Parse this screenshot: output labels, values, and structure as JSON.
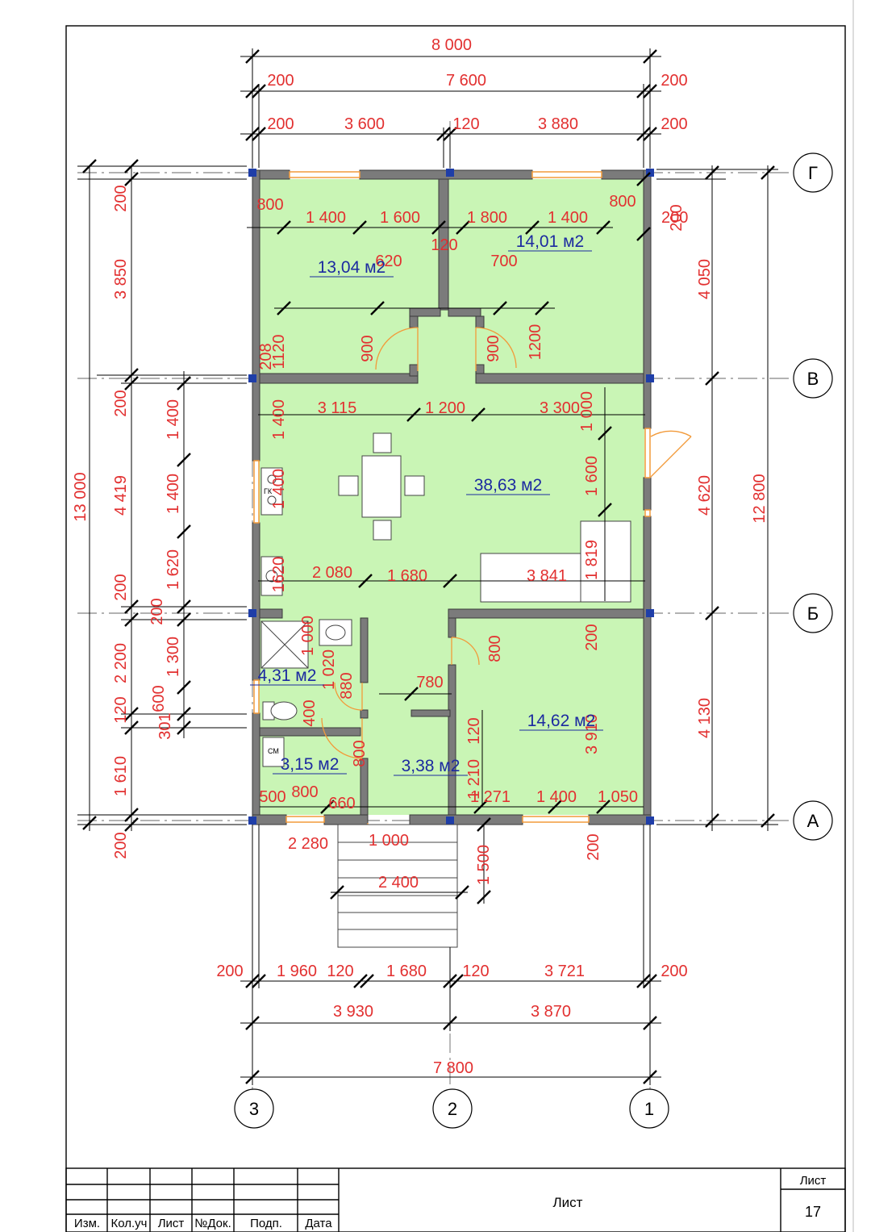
{
  "axes": {
    "letters": [
      "Г",
      "В",
      "Б",
      "А"
    ],
    "numbers": [
      "3",
      "2",
      "1"
    ]
  },
  "dimensions": {
    "top_total": "8 000",
    "top_row2": [
      "200",
      "7 600",
      "200"
    ],
    "top_row3": [
      "200",
      "3 600",
      "120",
      "3 880",
      "200"
    ],
    "bottom_row1": [
      "200",
      "1 960",
      "120",
      "1 680",
      "120",
      "3 721",
      "200"
    ],
    "bottom_row2": [
      "3 930",
      "3 870"
    ],
    "bottom_total": "7 800",
    "left_total": "13 000",
    "left_outer": [
      "200",
      "3 850",
      "200",
      "4 419",
      "200",
      "2 200",
      "120",
      "1 610",
      "200"
    ],
    "left_inner": [
      "1 400",
      "1 400",
      "1 620",
      "200",
      "1 300",
      "600",
      "301"
    ],
    "right_inner": [
      "200",
      "4 050",
      "4 620",
      "200",
      "4 130",
      "200"
    ],
    "right_total": "12 800",
    "interior": {
      "r1": [
        "800",
        "1 400",
        "1 600"
      ],
      "r2": [
        "1 800",
        "1 400",
        "800"
      ],
      "wall120": "120",
      "d620": "620",
      "d700": "700",
      "d900a": "900",
      "d900b": "900",
      "d1200": "1200",
      "d1120": "1120",
      "d208": "208",
      "h3115": "3 115",
      "h1200": "1 200",
      "h3300": "3 300",
      "v1000": "1 000",
      "v1400": "1 400",
      "v1600": "1 600",
      "v1819": "1 819",
      "v1620": "1620",
      "k1400": "1 400",
      "h2080": "2 080",
      "h1680": "1 680",
      "h3841": "3 841",
      "v800a": "800",
      "v200b": "200",
      "v1000b": "1 000",
      "h780": "780",
      "v1020": "1 020",
      "v880": "880",
      "v400": "400",
      "v800c": "800",
      "v120c": "120",
      "v3910": "3 910",
      "v1210": "1 210",
      "b500": "500",
      "b800": "800",
      "b660": "660",
      "b1271": "1 271",
      "b1400": "1 400",
      "b1050": "1 050",
      "e2280": "2 280",
      "e1000": "1 000",
      "e2400": "2 400",
      "e1500": "1 500",
      "e200": "200"
    }
  },
  "rooms": [
    {
      "area": "13,04 м2"
    },
    {
      "area": "14,01 м2"
    },
    {
      "area": "38,63 м2"
    },
    {
      "area": "4,31 м2"
    },
    {
      "area": "3,15 м2"
    },
    {
      "area": "3,38 м2"
    },
    {
      "area": "14,62 м2"
    }
  ],
  "fixtures": {
    "boiler_label": "ГК",
    "washer_label": "СМ"
  },
  "title_block": {
    "headers": [
      "Изм.",
      "Кол.уч",
      "Лист",
      "№Док.",
      "Подп.",
      "Дата"
    ],
    "sheet_name": "Лист",
    "sheet_label": "Лист",
    "sheet_number": "17"
  },
  "colors": {
    "room_fill": "#c9f5b5",
    "wall": "#7b7b7b",
    "dimension_text": "#e23030",
    "area_text": "#1c2aa0",
    "column": "#1f3ea8",
    "opening": "#f29a3a"
  }
}
